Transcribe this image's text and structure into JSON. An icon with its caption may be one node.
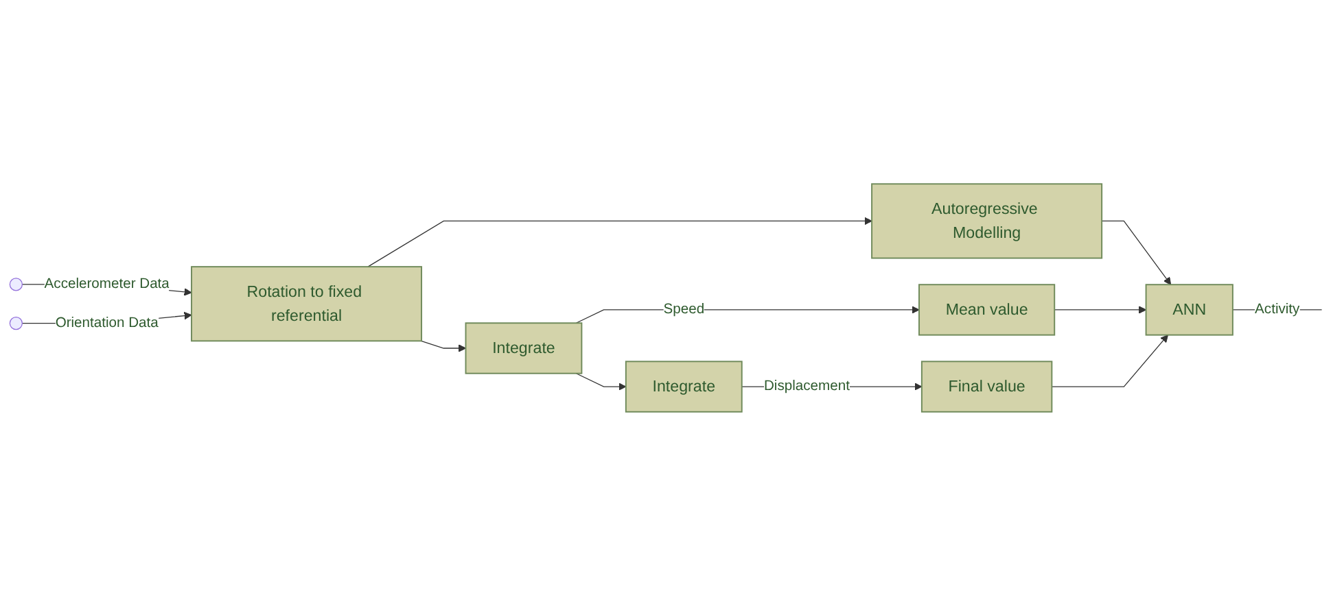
{
  "diagram": {
    "nodes": [
      {
        "text": [],
        "shape": "circle"
      },
      {
        "text": [],
        "shape": "circle"
      },
      {
        "text": [
          "Rotation to fixed referential"
        ]
      },
      {
        "text": [
          "Autoregressive Modelling"
        ]
      },
      {
        "text": [
          "Integrate"
        ]
      },
      {
        "text": [
          "Integrate"
        ]
      },
      {
        "text": [
          "Mean value"
        ]
      },
      {
        "text": [
          "Final value"
        ]
      },
      {
        "text": [
          "ANN"
        ]
      }
    ],
    "edges": [
      {
        "from": 0,
        "to": 2,
        "arrow": "to",
        "label": "Accelerometer Data"
      },
      {
        "from": 1,
        "to": 2,
        "arrow": "to",
        "label": "Orientation Data"
      },
      {
        "from": 2,
        "to": 3,
        "arrow": "to"
      },
      {
        "from": 2,
        "to": 4,
        "arrow": "to"
      },
      {
        "from": 4,
        "to": 6,
        "arrow": "to",
        "label": "Speed"
      },
      {
        "from": 4,
        "to": 5,
        "arrow": "to"
      },
      {
        "from": 5,
        "to": 7,
        "arrow": "to",
        "label": "Displacement"
      },
      {
        "from": 3,
        "to": 8,
        "arrow": "to"
      },
      {
        "from": 6,
        "to": 8,
        "arrow": "to"
      },
      {
        "from": 7,
        "to": 8,
        "arrow": "to"
      },
      {
        "from": 8,
        "to": null,
        "arrow": "none",
        "label": "Activity"
      }
    ]
  }
}
